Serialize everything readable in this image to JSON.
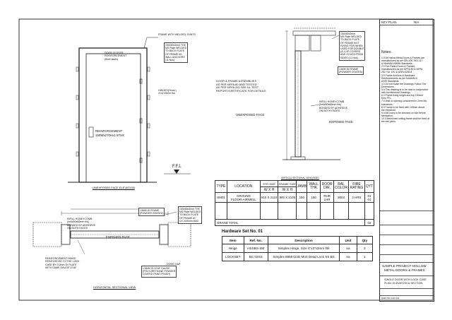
{
  "title_block": {
    "key_plan": "KEY PLAN",
    "key_plan_value": "N/A",
    "notes_heading": "Notes:",
    "notes": [
      "1.0 All Hollow Metal Doors & Frames are\nmanufactured as per SBI-100, SDI-117\n& NAAMM-HMMA Standards.",
      "2.0 Fire Rated Doors & Frames\nmanufactured as per NFPA 80 & NFPA\n252 / UL 10C & ANSI A250.8",
      "3.0 Frame Anchors & Hardware\nReinforcements as per NAAMM &\nANSI Standards.",
      "4.0 Do not Scale the Drawings Follow The\nDimensions.",
      "5.0 This drawing is to be read in conjunction\nwith Architectural Drawings.",
      "6.0 Frame fixing height and top 100mm\nfrom FFL.",
      "7.0 Wall or opening considered in 2mm thk.\ntolerances.",
      "8.0 Frame to be fixed with 100mm above\nthe threshold.",
      "9.0 All Doors to be checked on site before\nfabrication.",
      "10.0 Mentioned ceiling frame shall be fixed at\nthe site joints."
    ],
    "project_line1": "SAMPLE PROJECT-HOLLOW",
    "project_line2": "METAL DOORS & FRAMES",
    "drawing_line1": "SINGLE DOOR WITH LOCK CASE",
    "drawing_line2": "PLAN, ELEVATION & SECTION",
    "drawing_no": "HMD-SD-CAD-001"
  },
  "elevation": {
    "caption": "UNEXPOSED FACE ELEVATION",
    "frame_label": "FRAME WITH WELDED JOINTS",
    "anchor_note": "150x50x3mm THK\nMS Plate WELDED\nTO BACK PLATE\nOF FRAME AS\nWALL ANCHORS\n(11 Nos)",
    "hinge_note": "HINGES(Hnos.)\n4\"x4\"x3mm thk",
    "reinforcement_title": "REINFORCEMENT",
    "reinforcement_size": "150Wx270Hx1.5THK",
    "closer_note": "DOOR CLOSER\nREINFORCEMENT\n(Both sides)",
    "ffl": "F.F.L"
  },
  "section": {
    "caption": "VERTICAL SECTIONAL VIEW (SIDE)",
    "unexposed": "UNEXPOSED FACE",
    "exposed": "EXPOSED FACE",
    "cert_note": "DOOR & FRAME ASSEMBLIES\nAS PER NFPA 80 AND TESTED\nAS PER NFPA 252 SEE UL TEST\nREPORT/CERTIFICATE FOR DETAILS",
    "plate_note": "150x50x3mm\nMS Plate WELDED\nTO BACK PLATE\nOF FRAME NOT\nFIXING FOR WHEN\nUSED FOR DOUBLE\n(2) 4 4P COVERS\nAND 3 EACH FROM\nSIDES (11 Nos)",
    "cavity_note": "13MM ID FRAME\n(POWDER COATED)",
    "infill_note": "INFILL HONEYCOMB\n(Infill/60x60mm thk)\nBONDED BY ADHESIVE\nON BOTH FACES"
  },
  "schedule": {
    "headers": {
      "type": "TYPE",
      "location": "LOCATION",
      "str_size": "STR SIZE",
      "frame_size": "FRAME SIZE",
      "w_x_h_1": "W X H",
      "w_x_h_2": "W X H",
      "jamb": "JAMB",
      "wall_thk": "WALL\nTHK",
      "door_dir": "DOOR\nDIR.",
      "ral_color": "RAL\nCOLOR",
      "fire_rating": "FIRE\nRATING",
      "qty": "QYT"
    },
    "rows": [
      {
        "type": "HM01",
        "location": "GROUND\nFLOOR-AIRWELL",
        "str_size": "810 X 2110",
        "frame_size": "800 X 2105",
        "jamb": "150",
        "wall_thk": "150",
        "door_dir": "RHR\nLHR",
        "ral_color": "9003",
        "fire_rating": "2 HRS",
        "qty": "01\n01"
      }
    ],
    "grand_total_label": "GRAND TOTAL",
    "grand_total_value": "02"
  },
  "hardware": {
    "title": "Hardware Set No. 01",
    "headers": [
      "Item",
      "Ref. No.",
      "Description",
      "Unit",
      "Qty"
    ],
    "rows": [
      [
        "Hinge",
        "HSSBS-SM",
        "Simplex Hinge, Size 4\"x3\"x3mm thk",
        "ea",
        "3"
      ],
      [
        "LOCKSET",
        "BC 02SS",
        "Simplex 8859722D Mort Dead Lock SS BS",
        "ea",
        "1"
      ]
    ]
  },
  "plan": {
    "caption": "HORIZONTAL SECTIONAL VIEW",
    "exposed": "EXPOSED FACE",
    "frame_note": "13MM ID FRAME\n(POWDER COATED)",
    "plate_note": "150x50x3mm THK\nMS Plate WELDED\nTO BACK PLATE\nOF FRAME AT\nC/C 600mm MAX.",
    "infill_note": "INFILL HONEYCOMB\n(Infill/60x60mm thk)\nBONDED BY ADHESIVE\nON BOTH FACES",
    "leaf_note": "1.5MM GI LEAF GAUGE\n(POLYURETHANE POWDER\nCOATED PAINT FINISH)",
    "reinf_note": "REINFORCEMENT HINGE\nREINFORCED TO THE LOCK\nCASE BY 0.5mm GI PLATE\nWITH SAME GAUGE LEAF",
    "gap_note": "DOOR GAP"
  }
}
